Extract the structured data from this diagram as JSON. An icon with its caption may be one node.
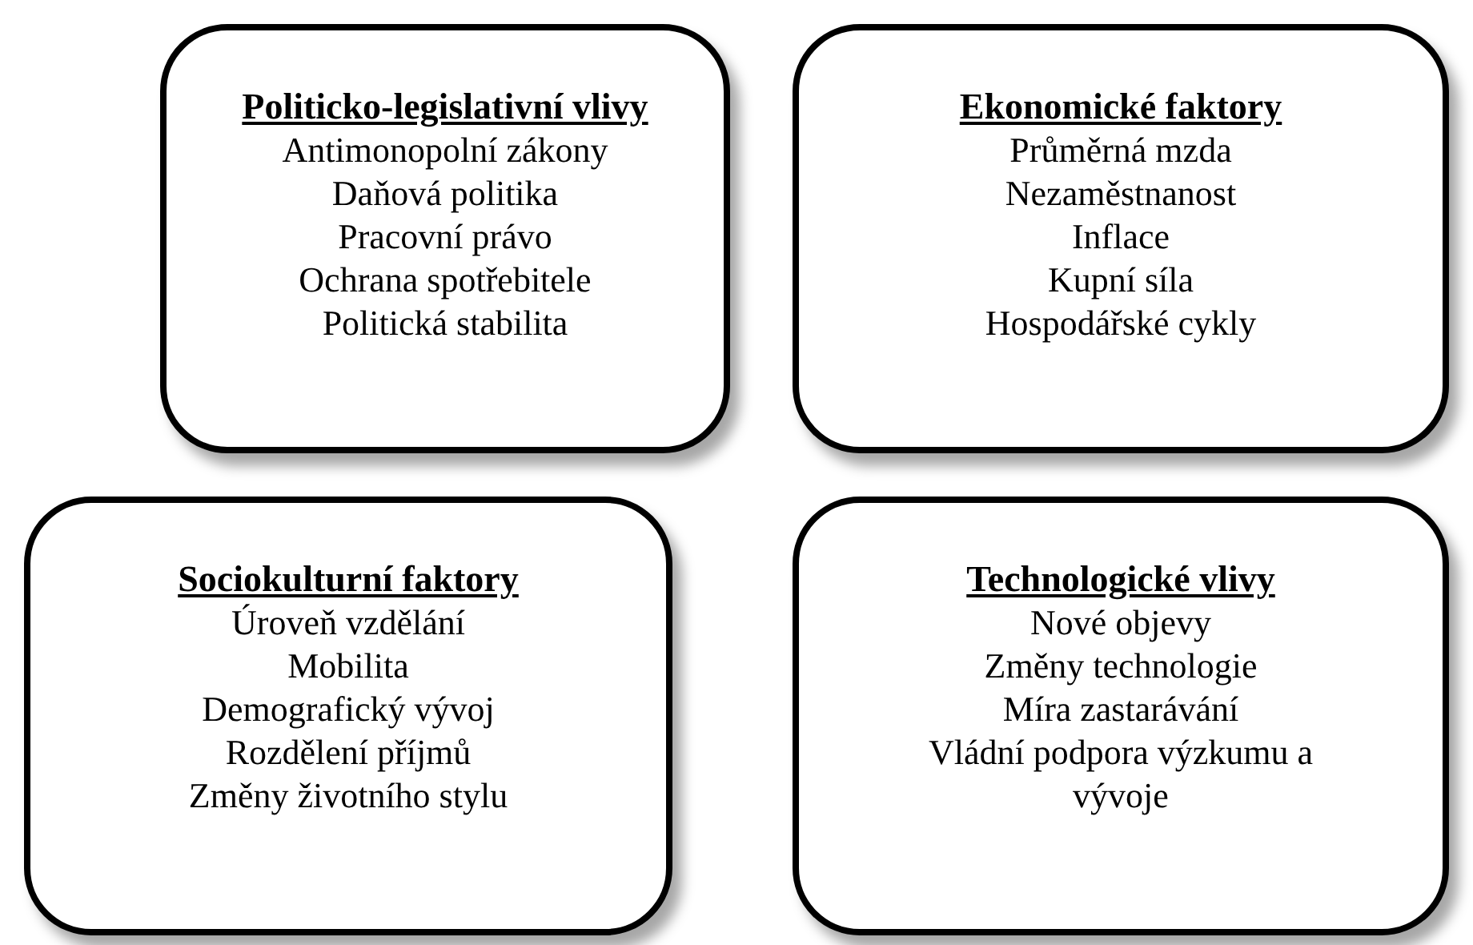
{
  "diagram": {
    "nodes": [
      {
        "text": [
          "Politicko-legislativní vlivy",
          "Antimonopolní zákony",
          "Daňová politika",
          "Pracovní právo",
          "Ochrana spotřebitele",
          "Politická stabilita"
        ]
      },
      {
        "text": [
          "Ekonomické faktory",
          "Průměrná mzda",
          "Nezaměstnanost",
          "Inflace",
          "Kupní síla",
          "Hospodářské cykly"
        ]
      },
      {
        "text": [
          "Sociokulturní faktory",
          "Úroveň vzdělání",
          "Mobilita",
          "Demografický vývoj",
          "Rozdělení příjmů",
          "Změny životního stylu"
        ]
      },
      {
        "text": [
          "Technologické vlivy",
          "Nové objevy",
          "Změny technologie",
          "Míra zastarávání",
          "Vládní podpora výzkumu a vývoje"
        ]
      }
    ]
  }
}
